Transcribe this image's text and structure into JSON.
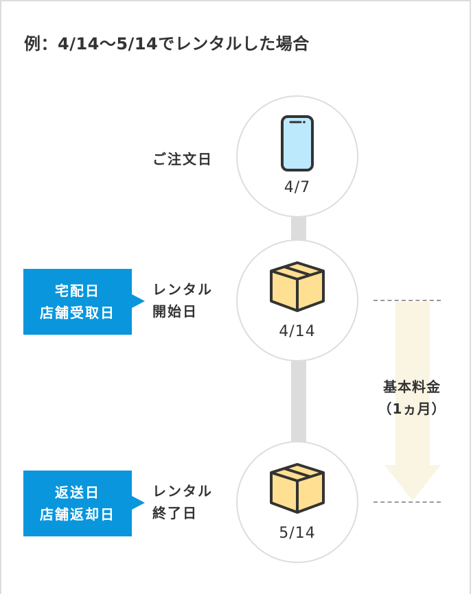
{
  "title": "例：4/14〜5/14でレンタルした場合",
  "timeline": [
    {
      "icon": "smartphone-icon",
      "date": "4/7",
      "label_lines": [
        "ご注文日"
      ],
      "callout_lines": []
    },
    {
      "icon": "box-icon",
      "date": "4/14",
      "label_lines": [
        "レンタル",
        "開始日"
      ],
      "callout_lines": [
        "宅配日",
        "店舗受取日"
      ]
    },
    {
      "icon": "box-icon",
      "date": "5/14",
      "label_lines": [
        "レンタル",
        "終了日"
      ],
      "callout_lines": [
        "返送日",
        "店舗返却日"
      ]
    }
  ],
  "period": {
    "label_lines": [
      "基本料金",
      "（1ヵ月）"
    ],
    "from": "4/14",
    "to": "5/14"
  },
  "colors": {
    "callout": "#0a96dc",
    "arrow": "#faf4e2",
    "phone_screen": "#bde9fd",
    "box": "#ffdf91",
    "connector": "#dcdcdc",
    "outline": "#333333"
  }
}
